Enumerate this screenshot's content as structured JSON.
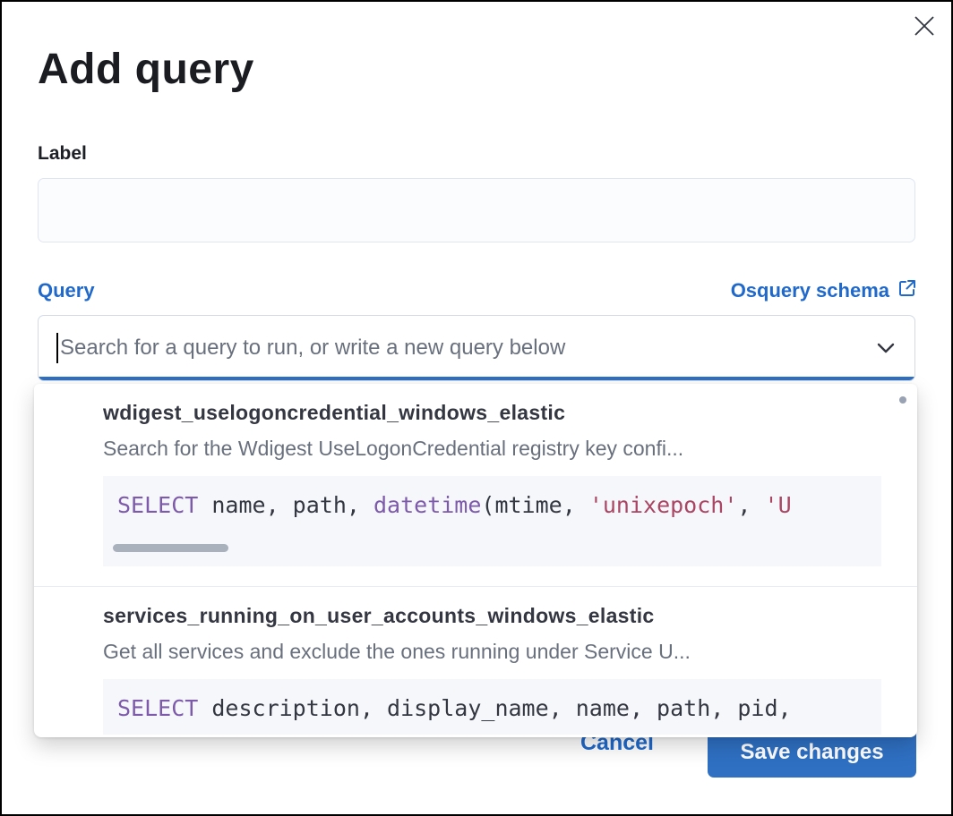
{
  "modal": {
    "title": "Add query"
  },
  "label_field": {
    "label": "Label",
    "value": "",
    "placeholder": ""
  },
  "query_field": {
    "label": "Query",
    "schema_link_label": "Osquery schema",
    "placeholder": "Search for a query to run, or write a new query below",
    "value": ""
  },
  "dropdown": {
    "options": [
      {
        "title": "wdigest_uselogoncredential_windows_elastic",
        "description": "Search for the Wdigest UseLogonCredential registry key confi...",
        "code_tokens": [
          {
            "type": "keyword",
            "text": "SELECT"
          },
          {
            "type": "plain",
            "text": " name, path, "
          },
          {
            "type": "keyword",
            "text": "datetime"
          },
          {
            "type": "plain",
            "text": "(mtime, "
          },
          {
            "type": "string",
            "text": "'unixepoch'"
          },
          {
            "type": "plain",
            "text": ", "
          },
          {
            "type": "string",
            "text": "'U"
          }
        ]
      },
      {
        "title": "services_running_on_user_accounts_windows_elastic",
        "description": "Get all services and exclude the ones running under Service U...",
        "code_tokens": [
          {
            "type": "keyword",
            "text": "SELECT"
          },
          {
            "type": "plain",
            "text": " description, display_name, name, path, pid,"
          }
        ]
      }
    ]
  },
  "footer": {
    "cancel_label": "Cancel",
    "save_label": "Save changes"
  },
  "colors": {
    "primary_link_blue": "#2069ca",
    "button_blue": "#2f70c3",
    "code_keyword_purple": "#7d5aaa",
    "code_string_rose": "#aa4664",
    "text_dark": "#343741",
    "text_subdued": "#69707d",
    "code_background": "#f5f7fa"
  }
}
